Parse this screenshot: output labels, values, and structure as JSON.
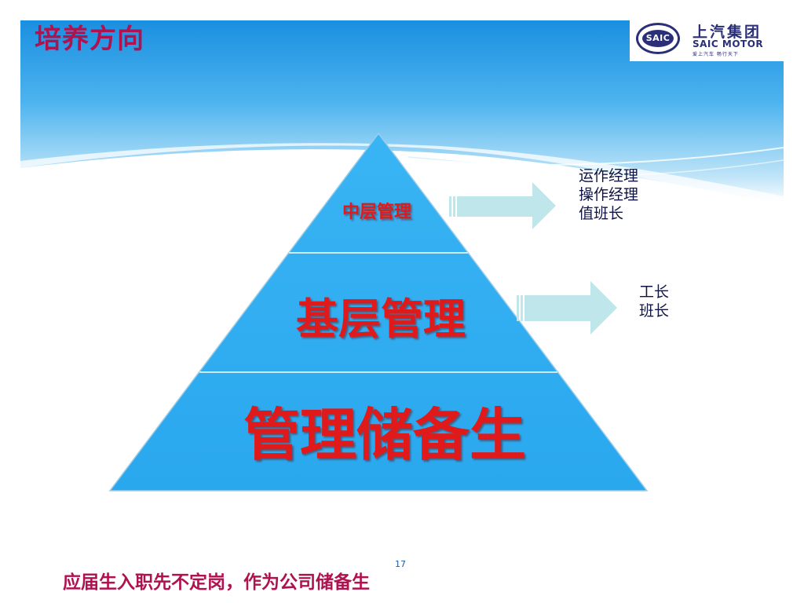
{
  "slide": {
    "title": "培养方向",
    "page_number": "17",
    "footer": "应届生入职先不定岗，作为公司储备生"
  },
  "logo": {
    "emblem_text": "SAIC",
    "name_cn": "上汽集团",
    "name_en": "SAIC MOTOR",
    "slogan": "爱上汽车 畅行天下"
  },
  "pyramid": {
    "levels": [
      {
        "label": "中层管理"
      },
      {
        "label": "基层管理"
      },
      {
        "label": "管理储备生"
      }
    ]
  },
  "roles": {
    "middle": [
      "运作经理",
      "操作经理",
      "值班长"
    ],
    "basic": [
      "工长",
      "班长"
    ]
  },
  "colors": {
    "title": "#b0114f",
    "pyramid_fill": "#33aef0",
    "pyramid_text": "#e01a1a",
    "arrow": "#bfe6ea",
    "logo": "#2a2f78"
  },
  "icons": {
    "arrow": "right-arrow-icon",
    "logo": "saic-logo-icon"
  }
}
